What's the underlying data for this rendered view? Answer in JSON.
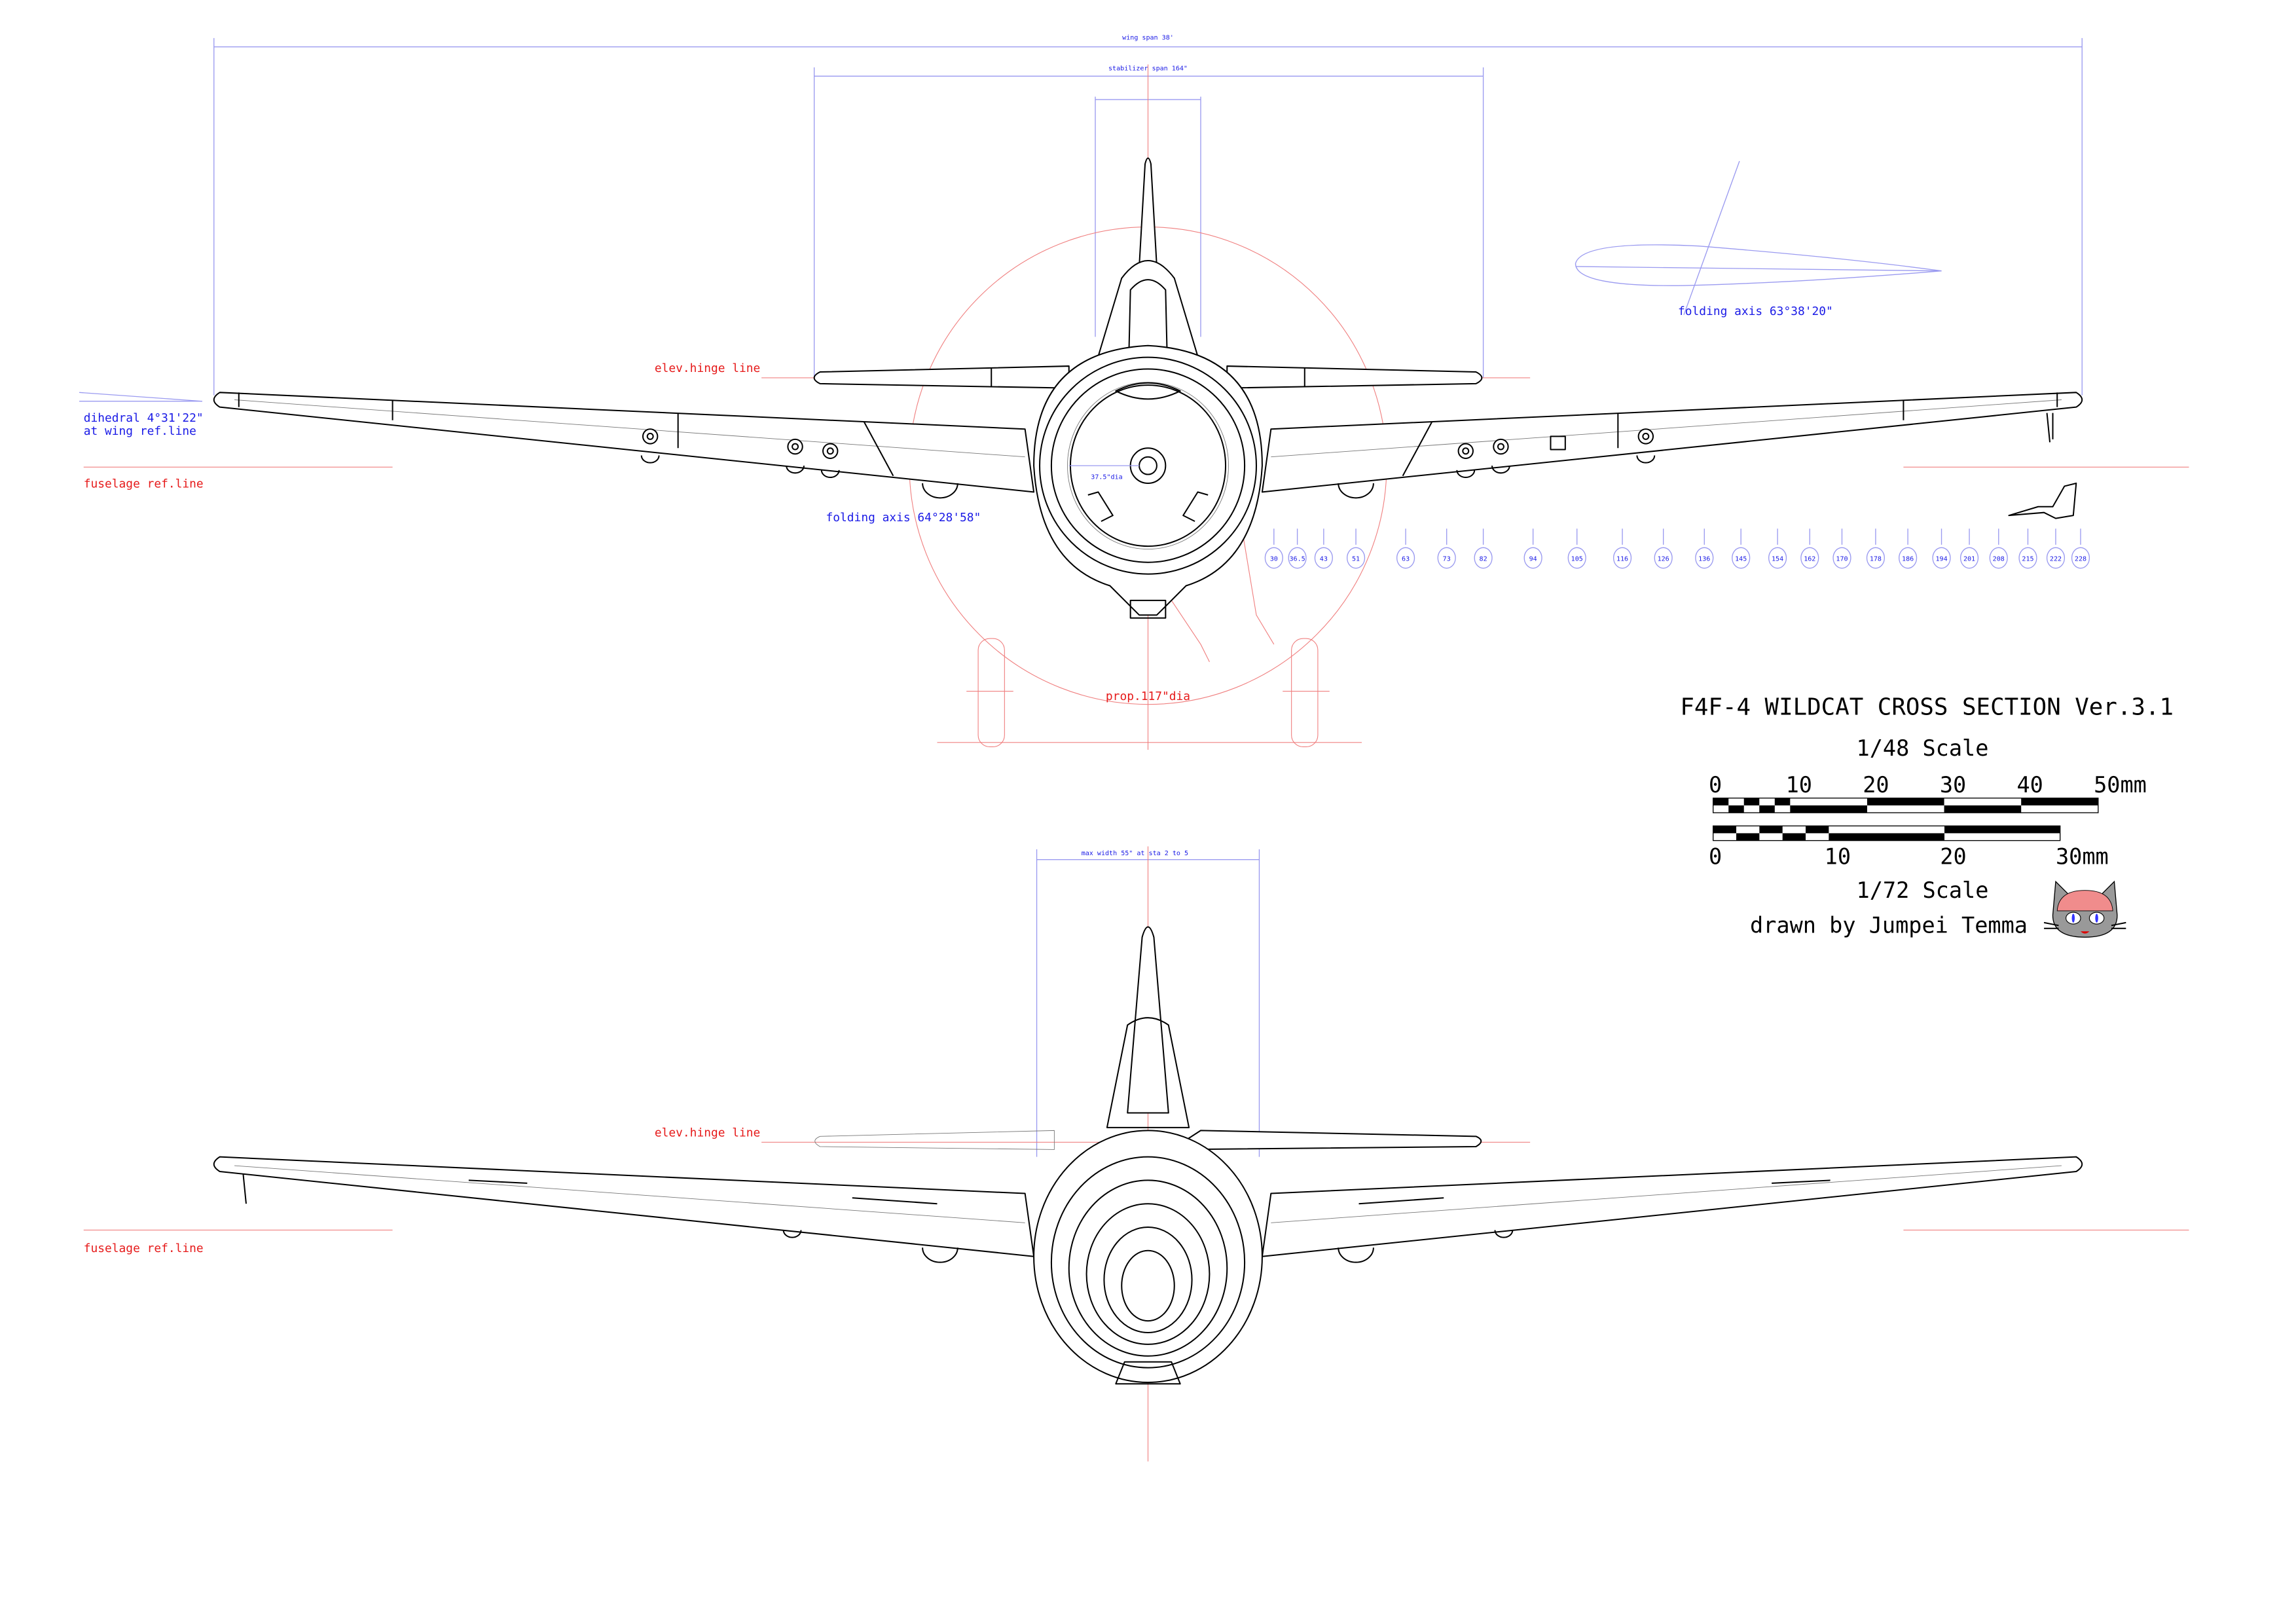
{
  "top_view": {
    "wing_span_label": "wing span 38'",
    "stabilizer_span_label": "stabilizer span 164\"",
    "elev_hinge_label": "elev.hinge line",
    "dihedral_label_1": "dihedral 4°31'22\"",
    "dihedral_label_2": "at wing ref.line",
    "fuselage_ref_label": "fuselage ref.line",
    "folding_axis_left_label": "folding axis 64°28'58\"",
    "folding_axis_right_label": "folding axis 63°38'20\"",
    "cowl_dia_label": "37.5\"dia",
    "prop_dia_label": "prop.117\"dia",
    "stations": [
      "30",
      "36.5",
      "43",
      "51",
      "63",
      "73",
      "82",
      "94",
      "105",
      "116",
      "126",
      "136",
      "145",
      "154",
      "162",
      "170",
      "178",
      "186",
      "194",
      "201",
      "208",
      "215",
      "222",
      "228"
    ]
  },
  "bottom_view": {
    "max_width_label": "max width 55\" at sta 2 to 5",
    "elev_hinge_label": "elev.hinge line",
    "fuselage_ref_label": "fuselage ref.line"
  },
  "title_block": {
    "title": "F4F-4 WILDCAT CROSS SECTION Ver.3.1",
    "scale_48_label": "1/48 Scale",
    "scale_48_ticks": [
      "0",
      "10",
      "20",
      "30",
      "40",
      "50mm"
    ],
    "scale_72_ticks": [
      "0",
      "10",
      "20",
      "30mm"
    ],
    "scale_72_label": "1/72 Scale",
    "credit": "drawn by  Jumpei Temma"
  },
  "colors": {
    "dimension": "#1a1ae6",
    "reference": "#e61a1a",
    "ink": "#000000"
  }
}
